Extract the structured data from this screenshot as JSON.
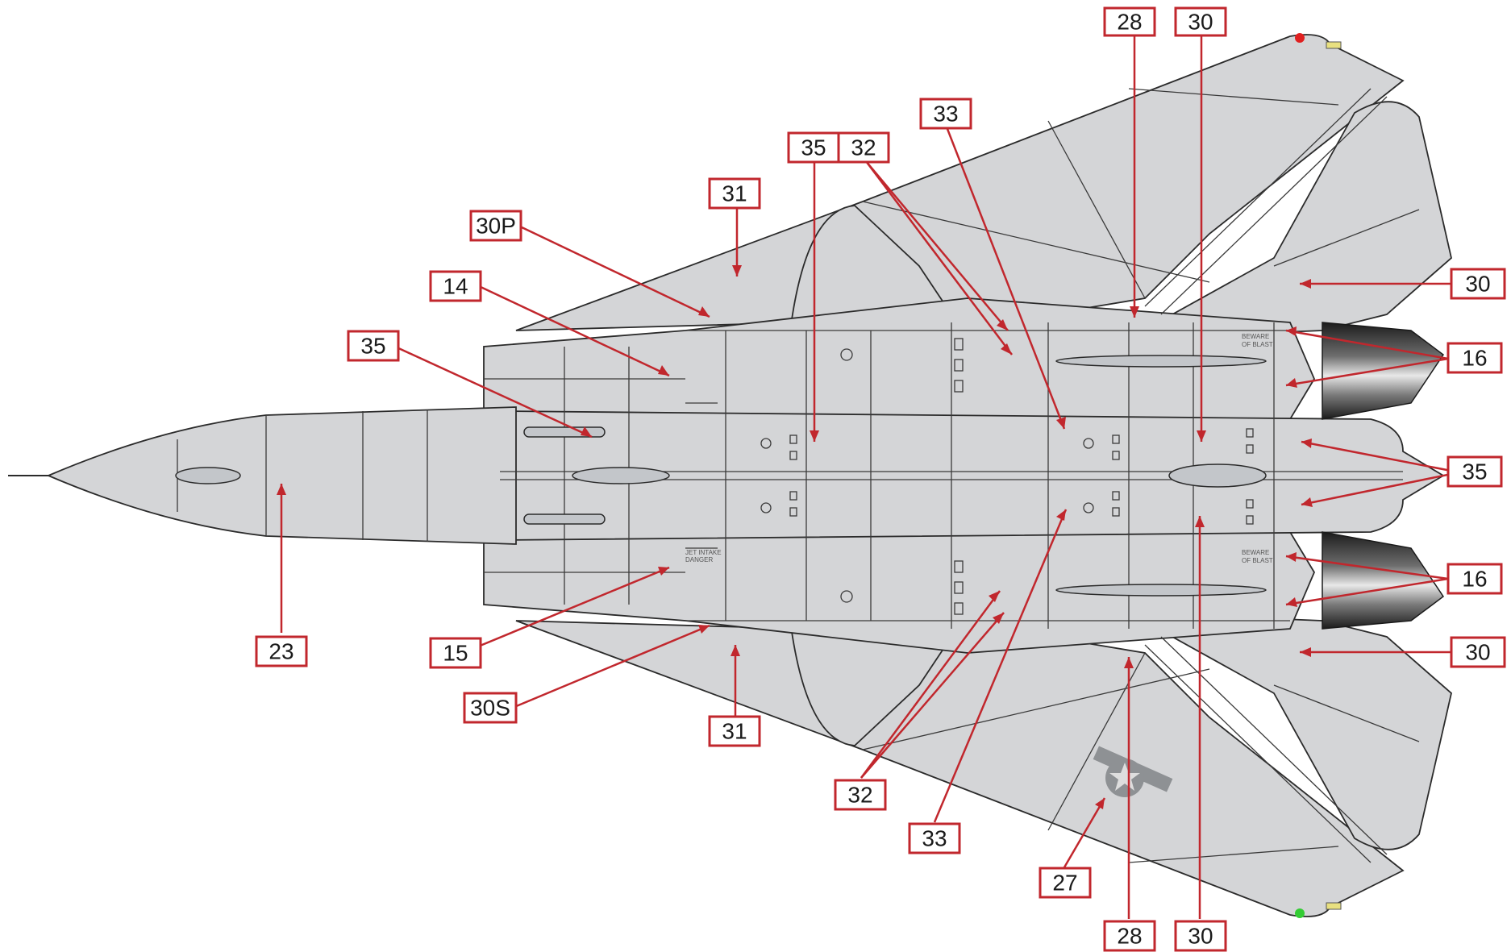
{
  "diagram": {
    "subject": "F-14 Tomcat underside",
    "stencils": {
      "beware_upper_1": "BEWARE",
      "beware_upper_2": "OF BLAST",
      "beware_lower_1": "BEWARE",
      "beware_lower_2": "OF BLAST",
      "jet_intake_1": "JET INTAKE",
      "jet_intake_2": "DANGER"
    },
    "colors": {
      "accent": "#c1272d",
      "skin": "#d4d5d7",
      "nav_light_port": "#e02020",
      "nav_light_starboard": "#33cc33"
    }
  },
  "callouts": [
    {
      "id": "c28-top",
      "label": "28"
    },
    {
      "id": "c30-top",
      "label": "30"
    },
    {
      "id": "c33-top",
      "label": "33"
    },
    {
      "id": "c35-top",
      "label": "35"
    },
    {
      "id": "c32-top",
      "label": "32"
    },
    {
      "id": "c31-top",
      "label": "31"
    },
    {
      "id": "c30p",
      "label": "30P"
    },
    {
      "id": "c14",
      "label": "14"
    },
    {
      "id": "c35-left",
      "label": "35"
    },
    {
      "id": "c30-right-upper",
      "label": "30"
    },
    {
      "id": "c16-upper",
      "label": "16"
    },
    {
      "id": "c35-right",
      "label": "35"
    },
    {
      "id": "c16-lower",
      "label": "16"
    },
    {
      "id": "c30-right-lower",
      "label": "30"
    },
    {
      "id": "c23",
      "label": "23"
    },
    {
      "id": "c15",
      "label": "15"
    },
    {
      "id": "c30s",
      "label": "30S"
    },
    {
      "id": "c31-bottom",
      "label": "31"
    },
    {
      "id": "c32-bottom",
      "label": "32"
    },
    {
      "id": "c33-bottom",
      "label": "33"
    },
    {
      "id": "c27",
      "label": "27"
    },
    {
      "id": "c28-bottom",
      "label": "28"
    },
    {
      "id": "c30-bottom",
      "label": "30"
    }
  ]
}
